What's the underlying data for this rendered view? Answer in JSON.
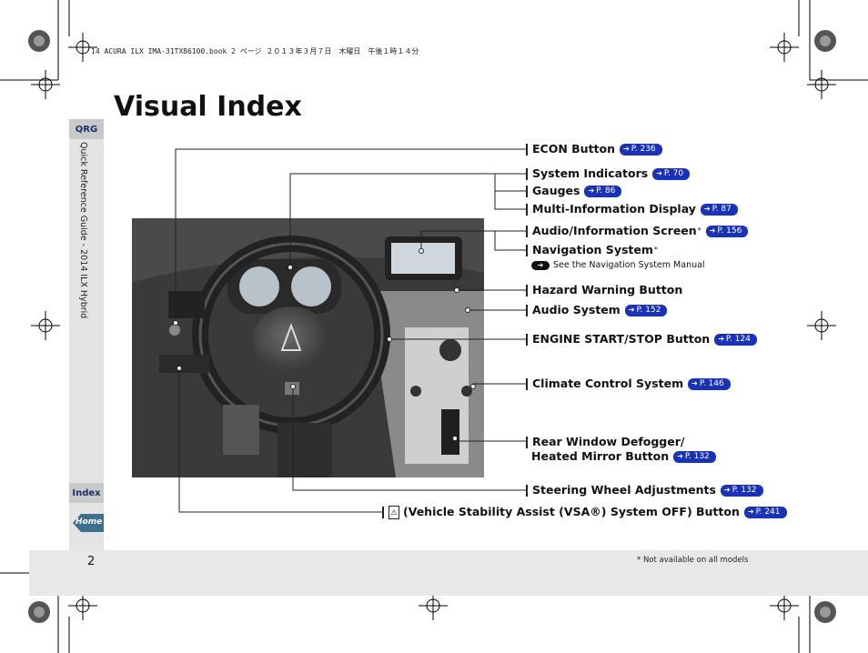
{
  "header": {
    "print_line": "14 ACURA ILX IMA-31TX86100.book  2 ページ  ２０１３年３月７日　木曜日　午後１時１４分"
  },
  "page": {
    "title": "Visual Index",
    "page_number": "2",
    "footnote": "* Not available on all models"
  },
  "sidebar": {
    "qrg_label": "QRG",
    "vertical_text": "Quick Reference Guide - 2014 ILX Hybrid",
    "index_label": "Index",
    "home_label": "Home"
  },
  "callouts": [
    {
      "label": "ECON Button",
      "ref": "P. 236"
    },
    {
      "label": "System Indicators",
      "ref": "P. 70"
    },
    {
      "label": "Gauges",
      "ref": "P. 86"
    },
    {
      "label": "Multi-Information Display",
      "ref": "P. 87"
    },
    {
      "label": "Audio/Information Screen",
      "sup": "*",
      "ref": "P. 156"
    },
    {
      "label": "Navigation System",
      "sup": "*"
    },
    {
      "label": "Hazard Warning Button"
    },
    {
      "label": "Audio System",
      "ref": "P. 152"
    },
    {
      "label": "ENGINE START/STOP Button",
      "ref": "P. 124"
    },
    {
      "label": "Climate Control System",
      "ref": "P. 146"
    },
    {
      "label": "Rear Window Defogger/"
    },
    {
      "label": "Heated Mirror Button",
      "ref": "P. 132"
    },
    {
      "label": "Steering Wheel Adjustments",
      "ref": "P. 132"
    },
    {
      "label": "(Vehicle Stability Assist (VSA®) System OFF) Button",
      "ref": "P. 241"
    }
  ],
  "navigation_note": "See the Navigation System Manual",
  "icons": {
    "ref_arrow": "arrow-right-icon",
    "nav_pill": "pointer-icon",
    "vsa": "vsa-off-icon"
  },
  "colors": {
    "ref_pill": "#1a32b8",
    "sidebar": "#e4e4e4",
    "tab": "#c9c9c9"
  }
}
